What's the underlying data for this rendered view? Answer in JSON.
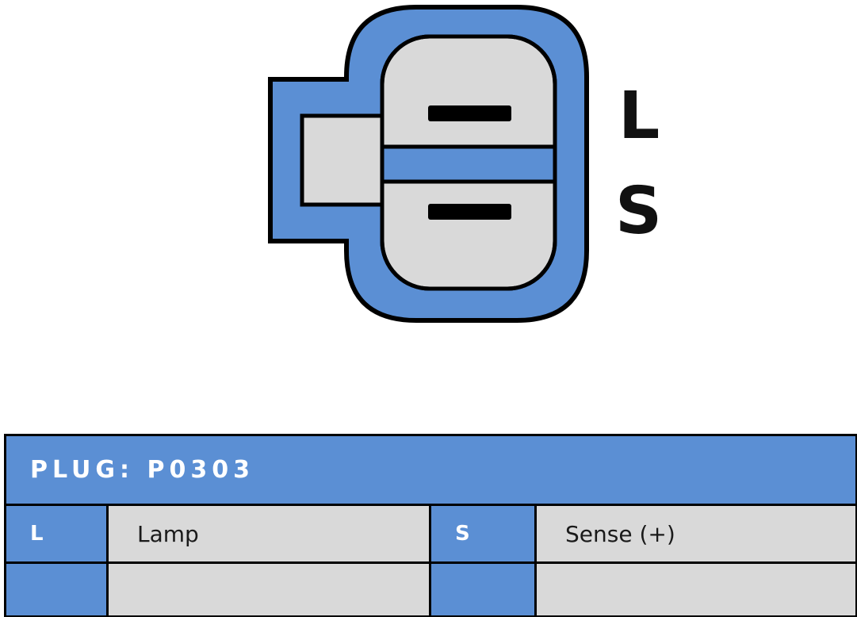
{
  "colors": {
    "blue": "#5B8FD4",
    "gray": "#D9D9D9",
    "outline": "#000000",
    "table_text_light": "#FFFFFF",
    "table_text_dark": "#1A1A1A"
  },
  "diagram": {
    "pin_labels": [
      "L",
      "S"
    ]
  },
  "table": {
    "title": "PLUG: P0303",
    "rows": [
      {
        "cells": [
          "L",
          "Lamp",
          "S",
          "Sense (+)"
        ]
      },
      {
        "cells": [
          "",
          "",
          "",
          ""
        ]
      }
    ]
  }
}
